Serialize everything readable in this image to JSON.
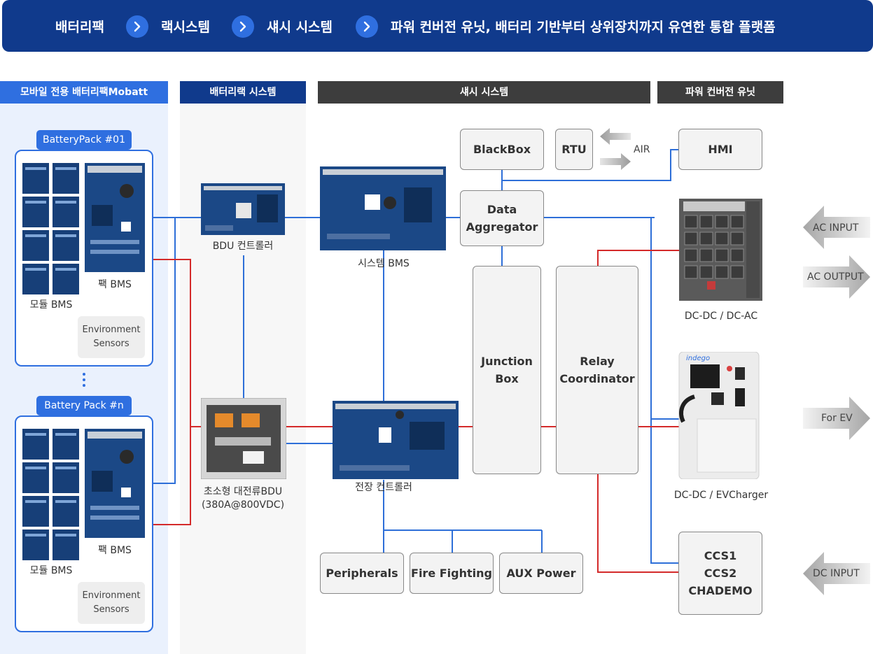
{
  "banner": {
    "items": [
      "배터리팩",
      "랙시스템",
      "섀시 시스템",
      "파워 컨버전 유닛, 배터리 기반부터 상위장치까지 유연한 통합 플랫폼"
    ]
  },
  "columns": {
    "mobatt": "모바일 전용 배터리팩Mobatt",
    "rack": "배터리랙 시스템",
    "chassis": "섀시 시스템",
    "pcu": "파워 컨버전 유닛"
  },
  "packs": {
    "pack1_title": "BatteryPack #01",
    "packn_title": "Battery Pack #n",
    "module_bms": "모듈 BMS",
    "pack_bms": "팩 BMS",
    "env_sensors": "Environment\nSensors"
  },
  "rack": {
    "bdu_controller": "BDU 컨트롤러",
    "bdu_line1": "초소형 대전류BDU",
    "bdu_line2": "(380A@800VDC)"
  },
  "chassis": {
    "system_bms": "시스템 BMS",
    "electric_controller": "전장 컨트롤러",
    "blackbox": "BlackBox",
    "rtu": "RTU",
    "air": "AIR",
    "data_aggregator": "Data\nAggregator",
    "junction_box": "Junction\nBox",
    "relay_coordinator": "Relay\nCoordinator",
    "peripherals": "Peripherals",
    "fire_fighting": "Fire Fighting",
    "aux_power": "AUX Power"
  },
  "pcu": {
    "hmi": "HMI",
    "dcdc_dcac": "DC-DC / DC-AC",
    "dcdc_evcharger": "DC-DC / EVCharger",
    "ccs": "CCS1\nCCS2\nCHADEMO",
    "charger_brand": "indego",
    "ac_input": "AC INPUT",
    "ac_output": "AC OUTPUT",
    "for_ev": "For EV",
    "dc_input": "DC INPUT"
  },
  "colors": {
    "banner_bg": "#103a8c",
    "accent_blue": "#2f6fe0",
    "dark_header": "#3d3d3d",
    "line_blue": "#2e6fd8",
    "line_red": "#d42a2a"
  }
}
